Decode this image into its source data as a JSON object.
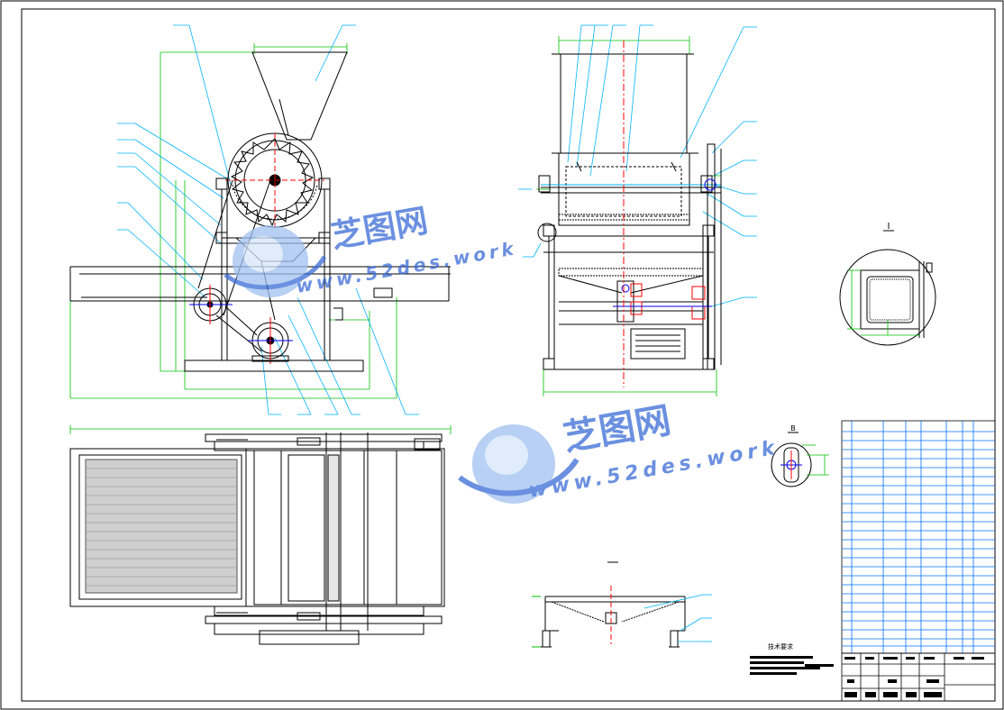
{
  "watermark": {
    "brand": "芝图网",
    "url": "www.52des.work"
  },
  "drawing": {
    "detail_label_top": "I",
    "detail_label_mid": "B",
    "tech_req_title": "技术要求",
    "colors": {
      "outline": "#000000",
      "dimension": "#00c000",
      "leader": "#00b4ff",
      "hidden": "#0000ff",
      "center": "#ff0000",
      "title_block": "#0070ff",
      "watermark": "#3a6bd6"
    }
  }
}
